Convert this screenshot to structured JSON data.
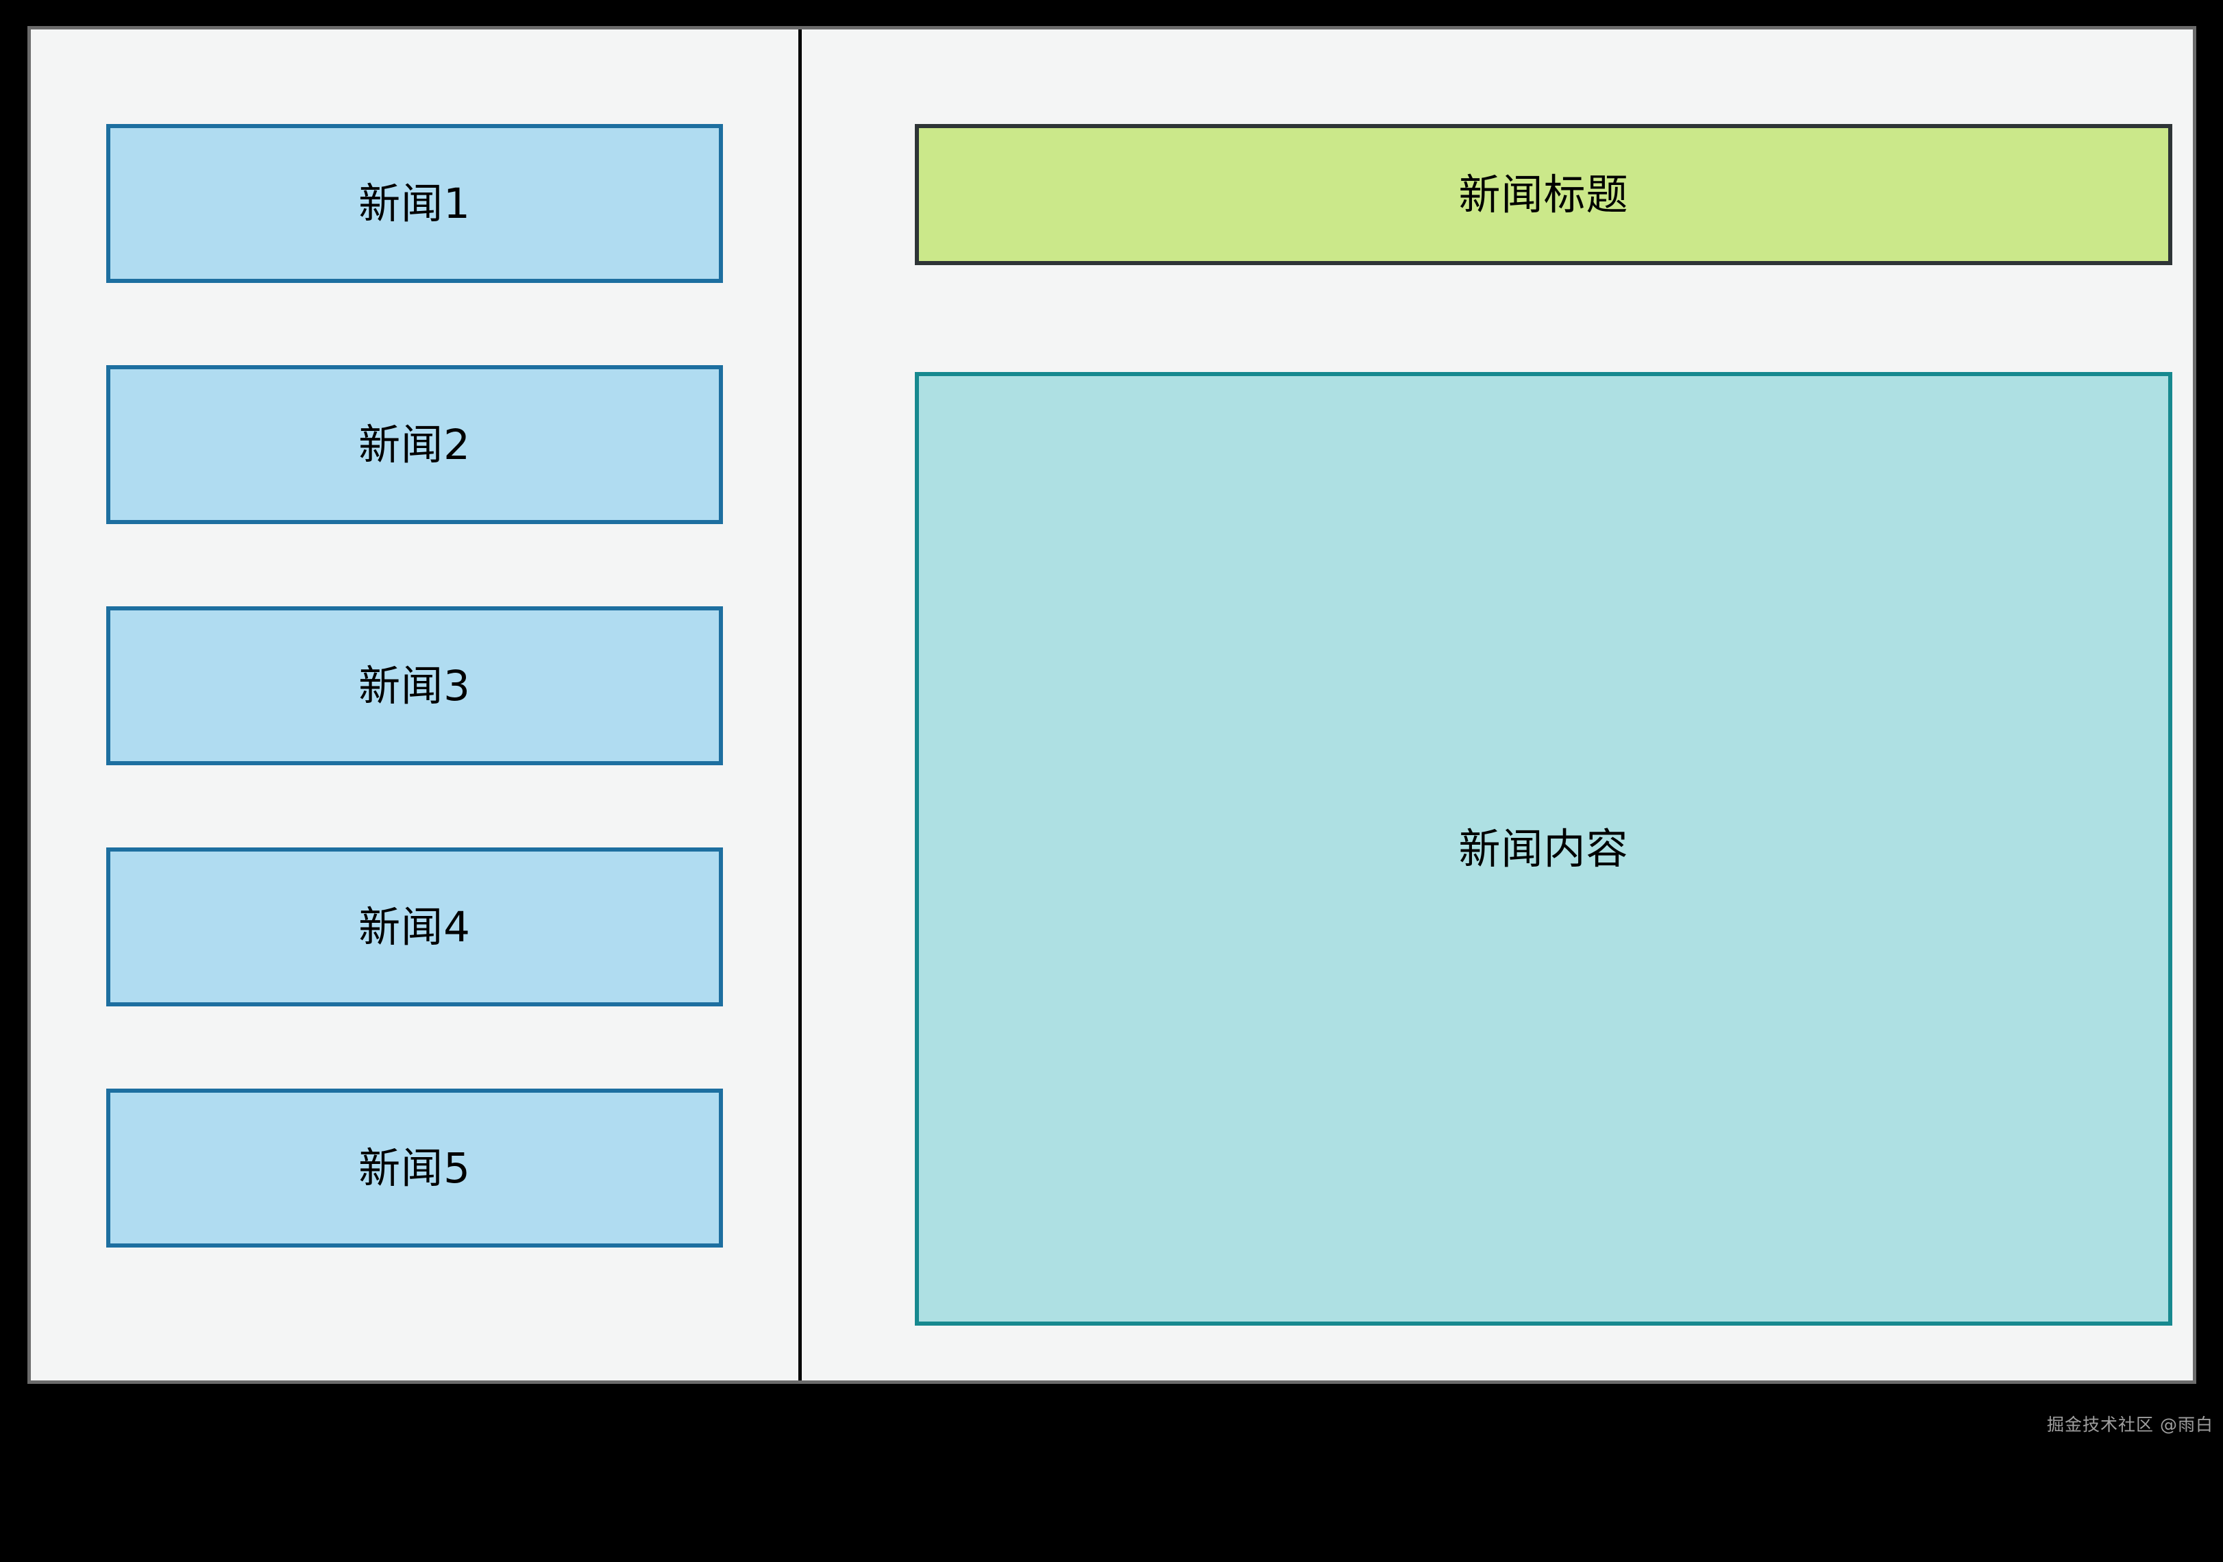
{
  "colors": {
    "page_background": "#000000",
    "frame_background": "#f4f5f5",
    "frame_border": "#6b6b6b",
    "divider": "#000000",
    "list_item_fill": "#b0dcf1",
    "list_item_border": "#1d6fa0",
    "title_fill": "#cbe88a",
    "title_border": "#2e3436",
    "content_fill": "#aee0e3",
    "content_border": "#17898f",
    "text": "#000000",
    "watermark_text": "#ffffff"
  },
  "news_list": {
    "items": [
      {
        "label": "新闻1"
      },
      {
        "label": "新闻2"
      },
      {
        "label": "新闻3"
      },
      {
        "label": "新闻4"
      },
      {
        "label": "新闻5"
      }
    ]
  },
  "news_detail": {
    "title": "新闻标题",
    "content": "新闻内容"
  },
  "watermark": {
    "text": "掘金技术社区 @雨白"
  }
}
